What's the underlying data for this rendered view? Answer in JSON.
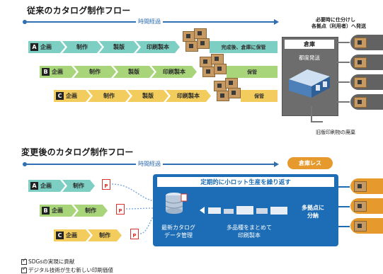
{
  "old_flow": {
    "title": "従来のカタログ制作フロー",
    "timeline_label": "時間経過",
    "rows": [
      {
        "letter": "A",
        "stages": [
          "企画",
          "制作",
          "製版",
          "印刷製本"
        ],
        "tail": "完成後、倉庫に保管"
      },
      {
        "letter": "B",
        "stages": [
          "企画",
          "制作",
          "製版",
          "印刷製本"
        ],
        "tail": "保管"
      },
      {
        "letter": "C",
        "stages": [
          "企画",
          "制作",
          "製版",
          "印刷製本"
        ],
        "tail": "保管"
      }
    ],
    "warehouse": {
      "title": "倉庫",
      "sub": "都度発送"
    },
    "dest_note_line1": "必要時に仕分けし",
    "dest_note_line2": "各拠点（利用者）へ発送",
    "disposal": "旧版印刷物の廃棄"
  },
  "new_flow": {
    "title": "変更後のカタログ制作フロー",
    "timeline_label": "時間経過",
    "badge": "倉庫レス",
    "rows": [
      {
        "letter": "A",
        "stages": [
          "企画",
          "制作"
        ]
      },
      {
        "letter": "B",
        "stages": [
          "企画",
          "制作"
        ]
      },
      {
        "letter": "C",
        "stages": [
          "企画",
          "制作"
        ]
      }
    ],
    "panel": {
      "head": "定期的に小ロット生産を繰り返す",
      "data_label_1": "最新カタログ",
      "data_label_2": "データ管理",
      "print_label_1": "多品種をまとめて",
      "print_label_2": "印刷製本",
      "distribute_1": "多拠点に",
      "distribute_2": "分納"
    }
  },
  "footer": [
    "SDGsの実現に貢献",
    "デジタル技術が生む新しい印刷価値"
  ],
  "icons": {
    "pdf": "pdf-icon",
    "box": "package-box-icon",
    "warehouse": "warehouse-icon",
    "person": "person-icon"
  },
  "colors": {
    "accent": "#1c6db6",
    "teal": "#7dcfc3",
    "green": "#a9d57a",
    "yellow": "#f2cc5c",
    "orange": "#e69a2e",
    "pdf": "#d9322e"
  }
}
